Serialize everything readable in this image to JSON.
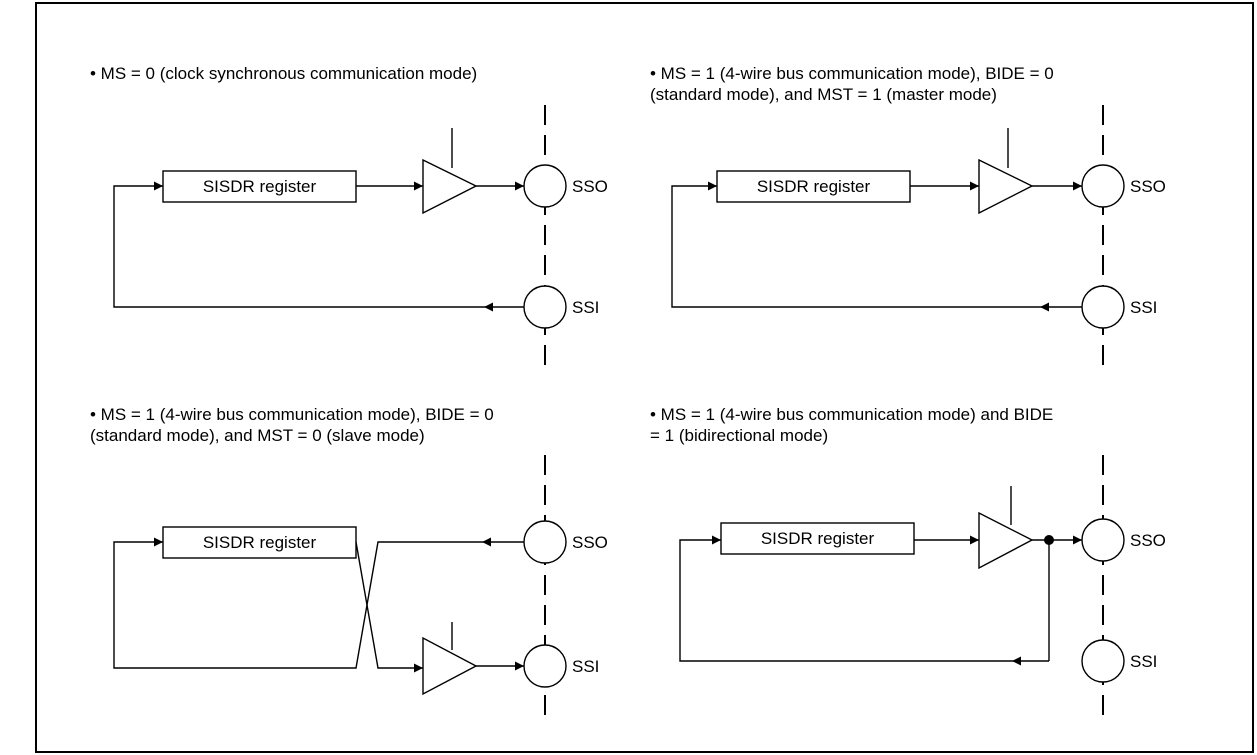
{
  "diagrams": [
    {
      "caption_lines": [
        "• MS = 0 (clock synchronous communication mode)"
      ],
      "register_label": "SISDR register",
      "pin_top_label": "SSO",
      "pin_bottom_label": "SSI"
    },
    {
      "caption_lines": [
        "• MS = 1 (4-wire bus communication mode), BIDE = 0",
        "(standard mode), and MST = 1 (master mode)"
      ],
      "register_label": "SISDR register",
      "pin_top_label": "SSO",
      "pin_bottom_label": "SSI"
    },
    {
      "caption_lines": [
        "• MS = 1 (4-wire bus communication mode), BIDE = 0",
        "(standard mode), and MST = 0 (slave mode)"
      ],
      "register_label": "SISDR register",
      "pin_top_label": "SSO",
      "pin_bottom_label": "SSI"
    },
    {
      "caption_lines": [
        "• MS = 1 (4-wire bus communication mode) and BIDE",
        "= 1 (bidirectional mode)"
      ],
      "register_label": "SISDR register",
      "pin_top_label": "SSO",
      "pin_bottom_label": "SSI"
    }
  ]
}
